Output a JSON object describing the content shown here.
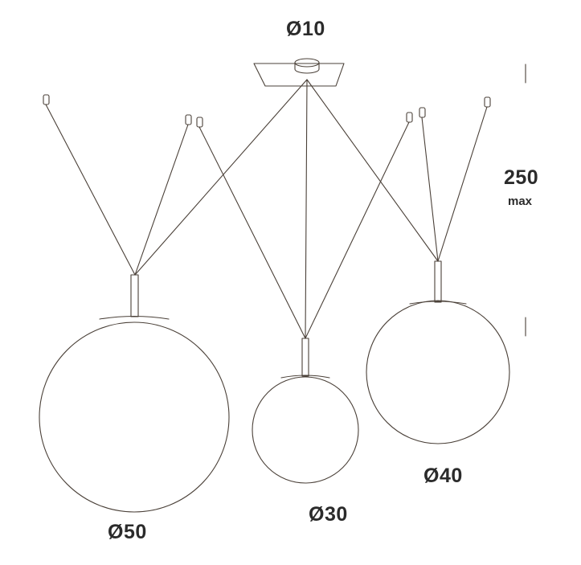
{
  "labels": {
    "canopy_diameter": "Ø10",
    "height_value": "250",
    "height_unit": "max",
    "globe_large": "Ø50",
    "globe_medium": "Ø30",
    "globe_right": "Ø40"
  },
  "colors": {
    "line": "#4a4038",
    "text": "#2b2b2b",
    "background": "#ffffff"
  }
}
